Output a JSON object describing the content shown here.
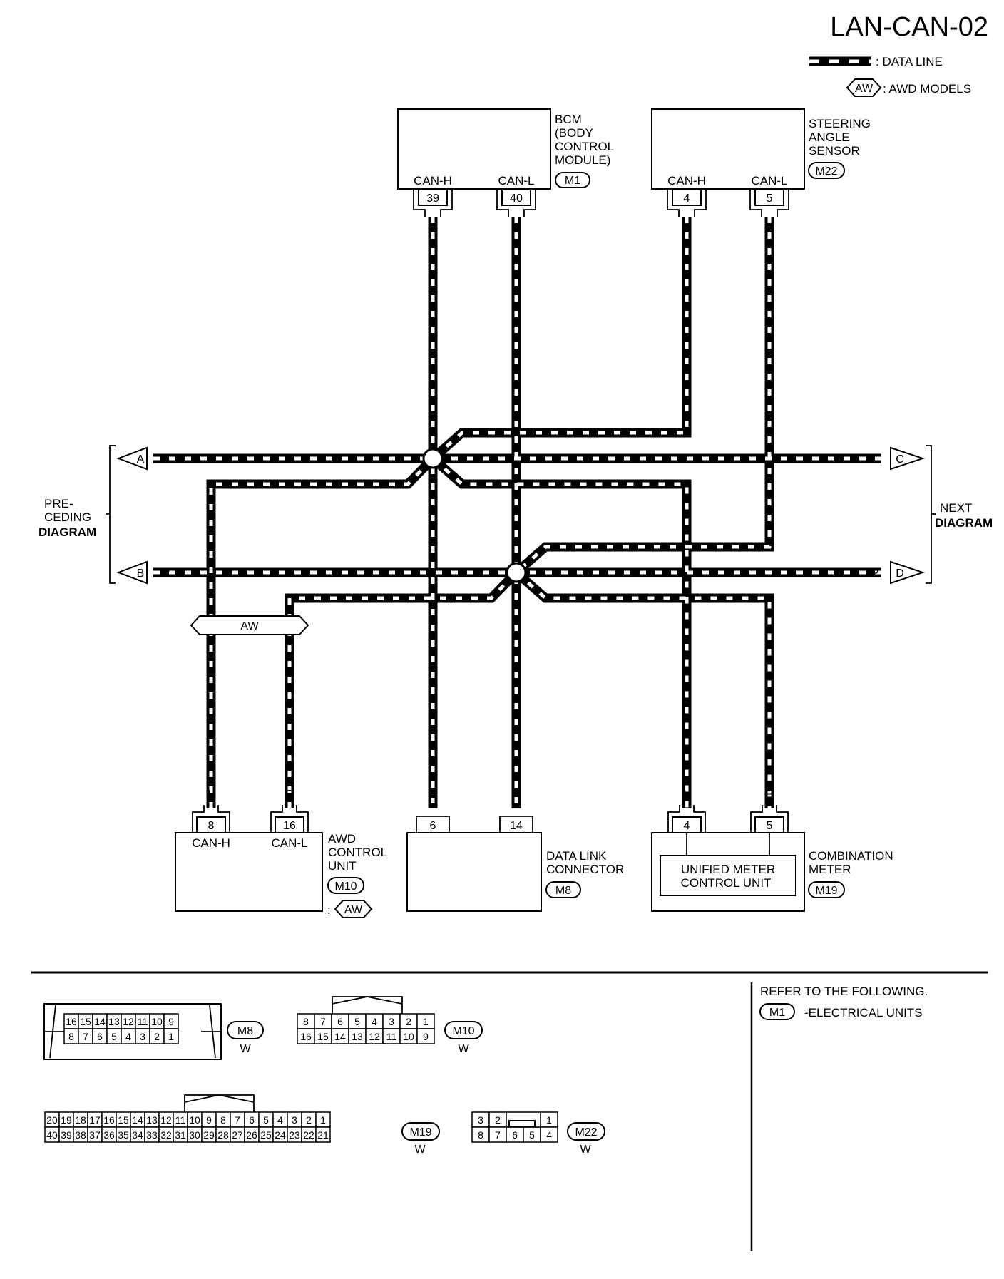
{
  "page": {
    "code": "LAN-CAN-02"
  },
  "legend": {
    "data_line": ": DATA LINE",
    "awd_symbol": "AW",
    "awd_models": ": AWD MODELS"
  },
  "components": {
    "bcm": {
      "name_lines": [
        "BCM",
        "(BODY",
        " CONTROL",
        " MODULE)"
      ],
      "connector": "M1",
      "pin_labels": [
        "CAN-H",
        "CAN-L"
      ],
      "pins": [
        "39",
        "40"
      ],
      "wire_colors": [
        "L",
        "P"
      ]
    },
    "sas": {
      "name_lines": [
        "STEERING",
        "ANGLE",
        "SENSOR"
      ],
      "connector": "M22",
      "pin_labels": [
        "CAN-H",
        "CAN-L"
      ],
      "pins": [
        "4",
        "5"
      ],
      "wire_colors": [
        "L",
        "P"
      ]
    },
    "awd": {
      "name_lines": [
        "AWD",
        "CONTROL",
        "UNIT"
      ],
      "connector": "M10",
      "condition_prefix": ":",
      "condition": "AW",
      "pin_labels": [
        "CAN-H",
        "CAN-L"
      ],
      "pins": [
        "8",
        "16"
      ],
      "wire_colors": [
        "L",
        "P"
      ]
    },
    "dlc": {
      "name_lines": [
        "DATA LINK",
        "CONNECTOR"
      ],
      "connector": "M8",
      "pins": [
        "6",
        "14"
      ],
      "wire_colors": [
        "L",
        "P"
      ]
    },
    "combi": {
      "name_lines": [
        "COMBINATION",
        "METER"
      ],
      "connector": "M19",
      "inner_lines": [
        "UNIFIED METER",
        "CONTROL UNIT"
      ],
      "pins": [
        "4",
        "5"
      ],
      "wire_colors": [
        "L",
        "P"
      ]
    }
  },
  "awd_band": "AW",
  "offpage": {
    "left": {
      "label_lines": [
        "PRE-",
        "CEDING"
      ],
      "label_bold": "DIAGRAM",
      "refs": [
        "A",
        "B"
      ],
      "colors": [
        "L",
        "P"
      ]
    },
    "right": {
      "label_lines": [
        "NEXT"
      ],
      "label_bold": "DIAGRAM",
      "refs": [
        "C",
        "D"
      ],
      "colors": [
        "L",
        "P"
      ]
    }
  },
  "connector_views": [
    {
      "id": "M8",
      "color": "W",
      "rows": [
        [
          "16",
          "15",
          "14",
          "13",
          "12",
          "11",
          "10",
          "9"
        ],
        [
          "8",
          "7",
          "6",
          "5",
          "4",
          "3",
          "2",
          "1"
        ]
      ]
    },
    {
      "id": "M10",
      "color": "W",
      "rows": [
        [
          "8",
          "7",
          "6",
          "5",
          "4",
          "3",
          "2",
          "1"
        ],
        [
          "16",
          "15",
          "14",
          "13",
          "12",
          "11",
          "10",
          "9"
        ]
      ]
    },
    {
      "id": "M19",
      "color": "W",
      "rows": [
        [
          "20",
          "19",
          "18",
          "17",
          "16",
          "15",
          "14",
          "13",
          "12",
          "11",
          "10",
          "9",
          "8",
          "7",
          "6",
          "5",
          "4",
          "3",
          "2",
          "1"
        ],
        [
          "40",
          "39",
          "38",
          "37",
          "36",
          "35",
          "34",
          "33",
          "32",
          "31",
          "30",
          "29",
          "28",
          "27",
          "26",
          "25",
          "24",
          "23",
          "22",
          "21"
        ]
      ]
    },
    {
      "id": "M22",
      "color": "W",
      "rows": [
        [
          "3",
          "2",
          "",
          "",
          "1"
        ],
        [
          "8",
          "7",
          "6",
          "5",
          "4"
        ]
      ]
    }
  ],
  "reference": {
    "title": "REFER TO THE FOLLOWING.",
    "connector": "M1",
    "text": "-ELECTRICAL UNITS"
  }
}
